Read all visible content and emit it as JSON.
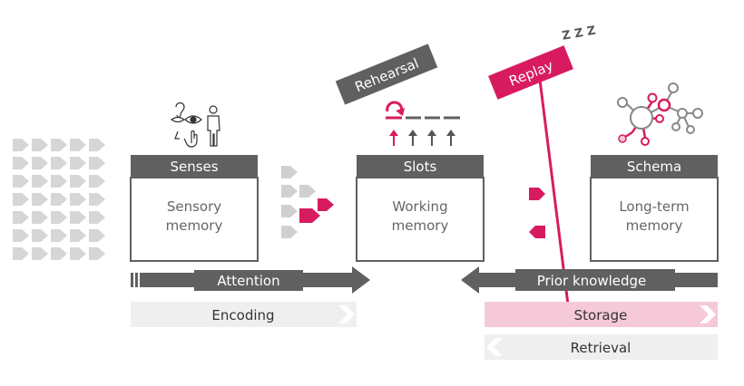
{
  "colors": {
    "accent": "#D81B60",
    "dark": "#606060",
    "light_gray": "#D0D0D0",
    "pale_gray": "#EFEFEF",
    "pink": "#F6C9D8"
  },
  "boxes": {
    "sensory": {
      "header": "Senses",
      "body_line1": "Sensory",
      "body_line2": "memory"
    },
    "working": {
      "header": "Slots",
      "body_line1": "Working",
      "body_line2": "memory"
    },
    "longterm": {
      "header": "Schema",
      "body_line1": "Long-term",
      "body_line2": "memory"
    }
  },
  "tags": {
    "rehearsal": "Rehearsal",
    "replay": "Replay",
    "sleep": "Z Z Z"
  },
  "arrows": {
    "attention": "Attention",
    "prior_knowledge": "Prior knowledge"
  },
  "bars": {
    "encoding": "Encoding",
    "storage": "Storage",
    "retrieval": "Retrieval"
  },
  "icons": [
    "ear-icon",
    "eye-icon",
    "mouth-icon",
    "nose-icon",
    "hand-icon",
    "person-icon",
    "loop-arrow-icon",
    "up-arrow-icon",
    "network-icon"
  ]
}
